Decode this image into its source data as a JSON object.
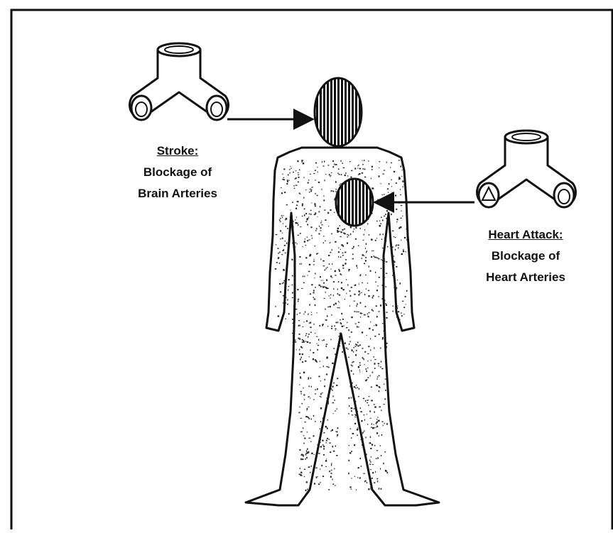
{
  "stroke": {
    "title": "Stroke:",
    "line1": "Blockage of",
    "line2": "Brain Arteries"
  },
  "heart_attack": {
    "title": "Heart Attack:",
    "line1": "Blockage of",
    "line2": "Heart Arteries"
  },
  "colors": {
    "ink": "#111111",
    "background": "#ffffff"
  }
}
